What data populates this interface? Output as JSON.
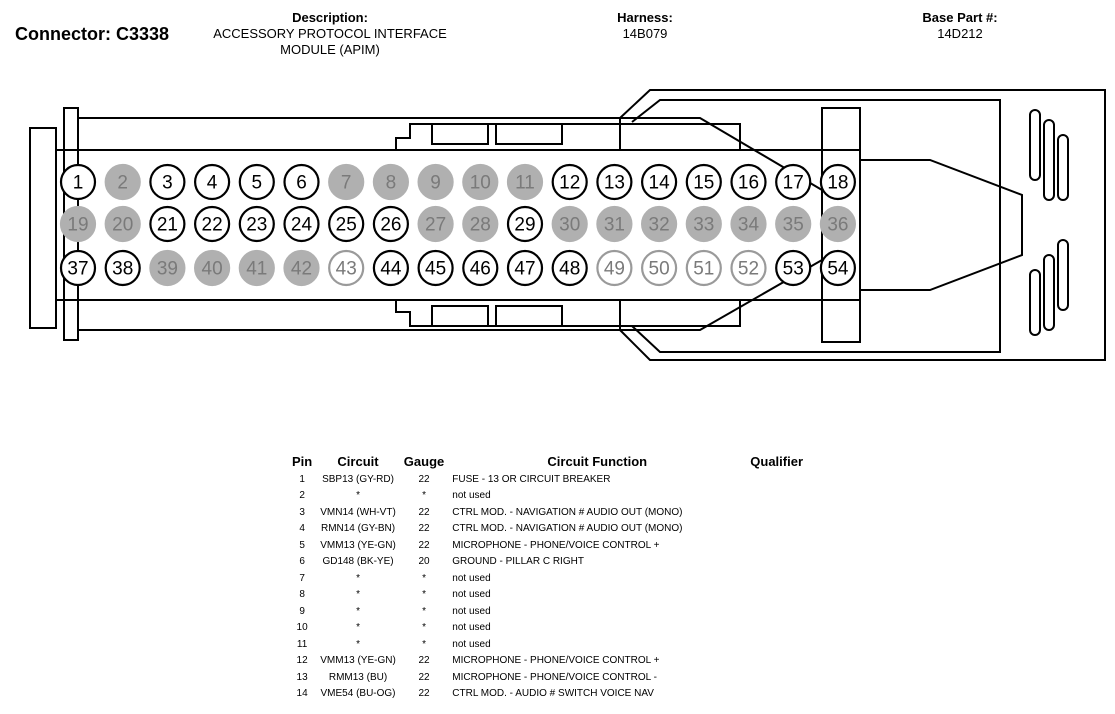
{
  "header": {
    "connector": "Connector: C3338",
    "description_label": "Description:",
    "description_line1": "ACCESSORY PROTOCOL INTERFACE",
    "description_line2": "MODULE (APIM)",
    "harness_label": "Harness:",
    "harness_value": "14B079",
    "base_part_label": "Base Part #:",
    "base_part_value": "14D212"
  },
  "pins": {
    "unused_fill": "#b0b0b0",
    "outline_only_gray": [
      43,
      49,
      50,
      51,
      52
    ],
    "filled_gray": [
      2,
      7,
      8,
      9,
      10,
      11,
      19,
      20,
      27,
      28,
      30,
      31,
      32,
      33,
      34,
      35,
      36,
      39,
      40,
      41,
      42
    ],
    "rows": [
      [
        "1",
        "2",
        "3",
        "4",
        "5",
        "6",
        "7",
        "8",
        "9",
        "10",
        "11",
        "12",
        "13",
        "14",
        "15",
        "16",
        "17",
        "18"
      ],
      [
        "19",
        "20",
        "21",
        "22",
        "23",
        "24",
        "25",
        "26",
        "27",
        "28",
        "29",
        "30",
        "31",
        "32",
        "33",
        "34",
        "35",
        "36"
      ],
      [
        "37",
        "38",
        "39",
        "40",
        "41",
        "42",
        "43",
        "44",
        "45",
        "46",
        "47",
        "48",
        "49",
        "50",
        "51",
        "52",
        "53",
        "54"
      ]
    ]
  },
  "table": {
    "headers": {
      "pin": "Pin",
      "circuit": "Circuit",
      "gauge": "Gauge",
      "function": "Circuit Function",
      "qualifier": "Qualifier"
    },
    "rows": [
      {
        "pin": "1",
        "circuit": "SBP13 (GY-RD)",
        "gauge": "22",
        "function": "FUSE - 13 OR CIRCUIT BREAKER"
      },
      {
        "pin": "2",
        "circuit": "*",
        "gauge": "*",
        "function": "not used"
      },
      {
        "pin": "3",
        "circuit": "VMN14 (WH-VT)",
        "gauge": "22",
        "function": "CTRL MOD. - NAVIGATION # AUDIO OUT (MONO)"
      },
      {
        "pin": "4",
        "circuit": "RMN14 (GY-BN)",
        "gauge": "22",
        "function": "CTRL MOD. - NAVIGATION # AUDIO OUT (MONO)"
      },
      {
        "pin": "5",
        "circuit": "VMM13 (YE-GN)",
        "gauge": "22",
        "function": "MICROPHONE - PHONE/VOICE CONTROL +"
      },
      {
        "pin": "6",
        "circuit": "GD148 (BK-YE)",
        "gauge": "20",
        "function": "GROUND - PILLAR C RIGHT"
      },
      {
        "pin": "7",
        "circuit": "*",
        "gauge": "*",
        "function": "not used"
      },
      {
        "pin": "8",
        "circuit": "*",
        "gauge": "*",
        "function": "not used"
      },
      {
        "pin": "9",
        "circuit": "*",
        "gauge": "*",
        "function": "not used"
      },
      {
        "pin": "10",
        "circuit": "*",
        "gauge": "*",
        "function": "not used"
      },
      {
        "pin": "11",
        "circuit": "*",
        "gauge": "*",
        "function": "not used"
      },
      {
        "pin": "12",
        "circuit": "VMM13 (YE-GN)",
        "gauge": "22",
        "function": "MICROPHONE - PHONE/VOICE CONTROL +"
      },
      {
        "pin": "13",
        "circuit": "RMM13 (BU)",
        "gauge": "22",
        "function": "MICROPHONE - PHONE/VOICE CONTROL -"
      },
      {
        "pin": "14",
        "circuit": "VME54 (BU-OG)",
        "gauge": "22",
        "function": "CTRL MOD. - AUDIO # SWITCH VOICE NAV"
      }
    ]
  }
}
